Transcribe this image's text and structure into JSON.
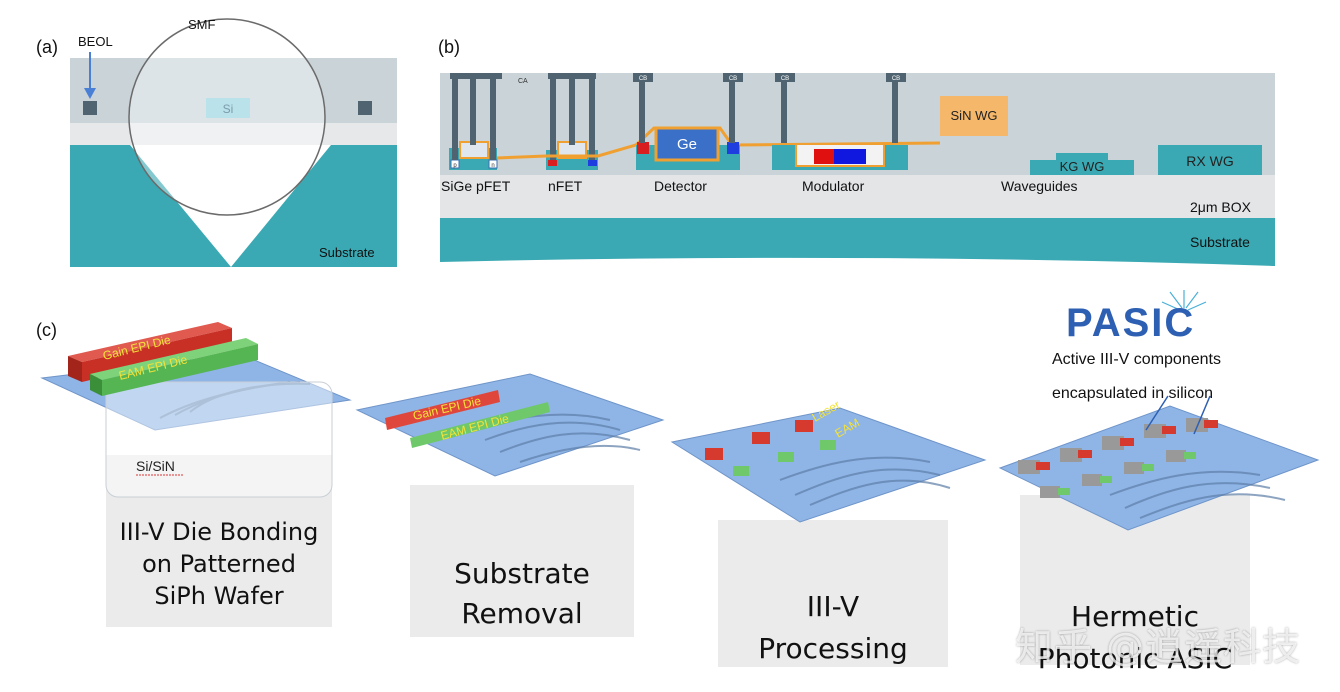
{
  "panel_a": {
    "label": "(a)",
    "beol": "BEOL",
    "smf": "SMF",
    "si": "Si",
    "substrate": "Substrate"
  },
  "panel_b": {
    "label": "(b)",
    "ca": "CA",
    "cb": "CB",
    "ge": "Ge",
    "sin_wg": "SiN WG",
    "kg_wg": "KG WG",
    "rx_wg": "RX WG",
    "box": "2μm BOX",
    "substrate": "Substrate",
    "p_tag": "p",
    "n_tag": "n",
    "devices": [
      "SiGe pFET",
      "nFET",
      "Detector",
      "Modulator",
      "Waveguides"
    ]
  },
  "panel_c": {
    "label": "(c)",
    "gain_die": "Gain EPI Die",
    "eam_die": "EAM EPI Die",
    "si_sin": "Si/SiN",
    "laser": "Laser",
    "eam": "EAM",
    "pasic_logo": "PASIC",
    "pasic_line1": "Active III-V components",
    "pasic_line2": "encapsulated in silicon",
    "steps": [
      {
        "line1": "III-V Die Bonding",
        "line2": "on Patterned",
        "line3": "SiPh Wafer"
      },
      {
        "line1": "Substrate",
        "line2": "Removal"
      },
      {
        "line1": "III-V",
        "line2": "Processing"
      },
      {
        "line1": "Hermetic",
        "line2": "Photonic ASIC"
      }
    ]
  },
  "watermark": "知乎 @逍遥科技",
  "colors": {
    "teal": "#3aa9b3",
    "oxide": "#c9d3d8",
    "box": "#e3e5e7",
    "wafer": "#8fb4e6",
    "gain_red": "#d23a2e",
    "eam_green": "#5fbf5a",
    "die_text": "#f2e23a"
  }
}
